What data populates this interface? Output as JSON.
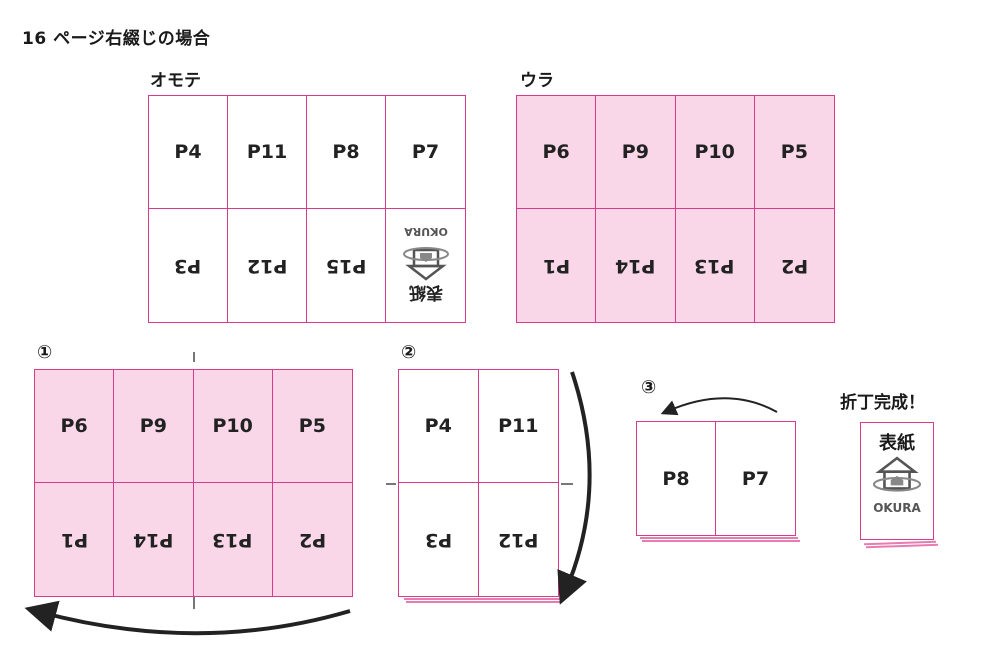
{
  "title": "16 ページ右綴じの場合",
  "labels": {
    "omote": "オモテ",
    "ura": "ウラ",
    "done": "折丁完成！"
  },
  "steps": [
    "①",
    "②",
    "③"
  ],
  "omote": {
    "top": [
      "P4",
      "P11",
      "P8",
      "P7"
    ],
    "bottom": [
      "P3",
      "P12",
      "P15"
    ],
    "cover": "表紙",
    "logo": "OKURA"
  },
  "ura": {
    "top": [
      "P6",
      "P9",
      "P10",
      "P5"
    ],
    "bottom": [
      "P1",
      "P14",
      "P13",
      "P2"
    ]
  },
  "step1": {
    "top": [
      "P6",
      "P9",
      "P10",
      "P5"
    ],
    "bottom": [
      "P1",
      "P14",
      "P13",
      "P2"
    ]
  },
  "step2": {
    "top": [
      "P4",
      "P11"
    ],
    "bottom": [
      "P3",
      "P12"
    ]
  },
  "step3": {
    "pages": [
      "P8",
      "P7"
    ]
  },
  "final": {
    "cover": "表紙",
    "logo": "OKURA"
  },
  "colors": {
    "border": "#d63c8c",
    "pink": "#f9d7e8"
  }
}
